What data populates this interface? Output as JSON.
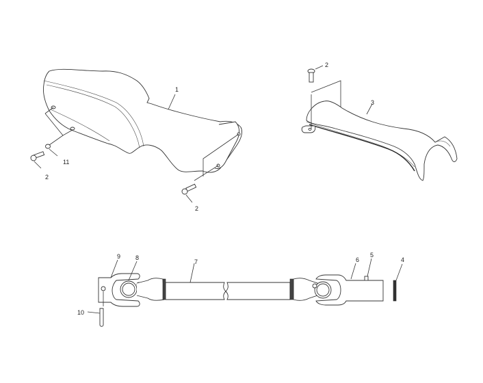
{
  "diagram": {
    "type": "exploded parts diagram",
    "groups": [
      {
        "name": "seat-cover",
        "parts": [
          "1",
          "2",
          "11"
        ]
      },
      {
        "name": "rear-cover",
        "parts": [
          "2",
          "3"
        ]
      },
      {
        "name": "steering-shaft-assembly",
        "parts": [
          "4",
          "5",
          "6",
          "7",
          "8",
          "9",
          "10"
        ]
      }
    ]
  },
  "labels": {
    "p1": "1",
    "p2a": "2",
    "p2b": "2",
    "p2c": "2",
    "p3": "3",
    "p4": "4",
    "p5": "5",
    "p6": "6",
    "p7": "7",
    "p8": "8",
    "p9": "9",
    "p10": "10",
    "p11": "11"
  },
  "colors": {
    "background": "#ffffff",
    "line": "#333333"
  }
}
